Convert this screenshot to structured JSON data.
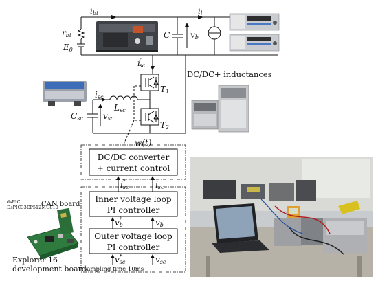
{
  "circuit": {
    "i_bt": {
      "main": "i",
      "sub": "bt"
    },
    "i_l": {
      "main": "i",
      "sub": "l"
    },
    "r_bt": {
      "main": "r",
      "sub": "bt"
    },
    "E0": {
      "main": "E",
      "sub": "0"
    },
    "C": "C",
    "v_b": {
      "main": "v",
      "sub": "b"
    },
    "i_sc_prime": {
      "main": "i",
      "sup": "′",
      "sub": "sc"
    },
    "i_sc": {
      "main": "i",
      "sub": "sc"
    },
    "L_sc": {
      "main": "L",
      "sub": "sc"
    },
    "C_sc": {
      "main": "C",
      "sub": "sc"
    },
    "v_sc": {
      "main": "v",
      "sub": "sc"
    },
    "T1": {
      "main": "T",
      "sub": "1"
    },
    "T2": {
      "main": "T",
      "sub": "2"
    },
    "w_t": "w(t)"
  },
  "labels": {
    "dcdc_inductances": "DC/DC+ inductances"
  },
  "blocks": {
    "dcdc": {
      "line1": "DC/DC converter",
      "line2": "+ current control"
    },
    "inner": {
      "line1": "Inner voltage loop",
      "line2": "PI controller"
    },
    "outer": {
      "line1": "Outer voltage loop",
      "line2": "PI controller"
    }
  },
  "signals": {
    "i_sc_star": {
      "main": "i",
      "sup": "*",
      "sub": "sc"
    },
    "i_sc": {
      "main": "i",
      "sub": "sc"
    },
    "v_b_star": {
      "main": "v",
      "sup": "*",
      "sub": "b"
    },
    "v_b": {
      "main": "v",
      "sub": "b"
    },
    "v_sc_star": {
      "main": "v",
      "sup": "*",
      "sub": "sc"
    },
    "v_sc": {
      "main": "v",
      "sub": "sc"
    }
  },
  "hardware": {
    "dspic_line1": "dsPIC",
    "dspic_line2": "DsPIC33EP512MU810",
    "can_board": "CAN board",
    "explorer_line1": "Explorer 16",
    "explorer_line2": "development board",
    "sampling": "sampling time 10ms"
  }
}
